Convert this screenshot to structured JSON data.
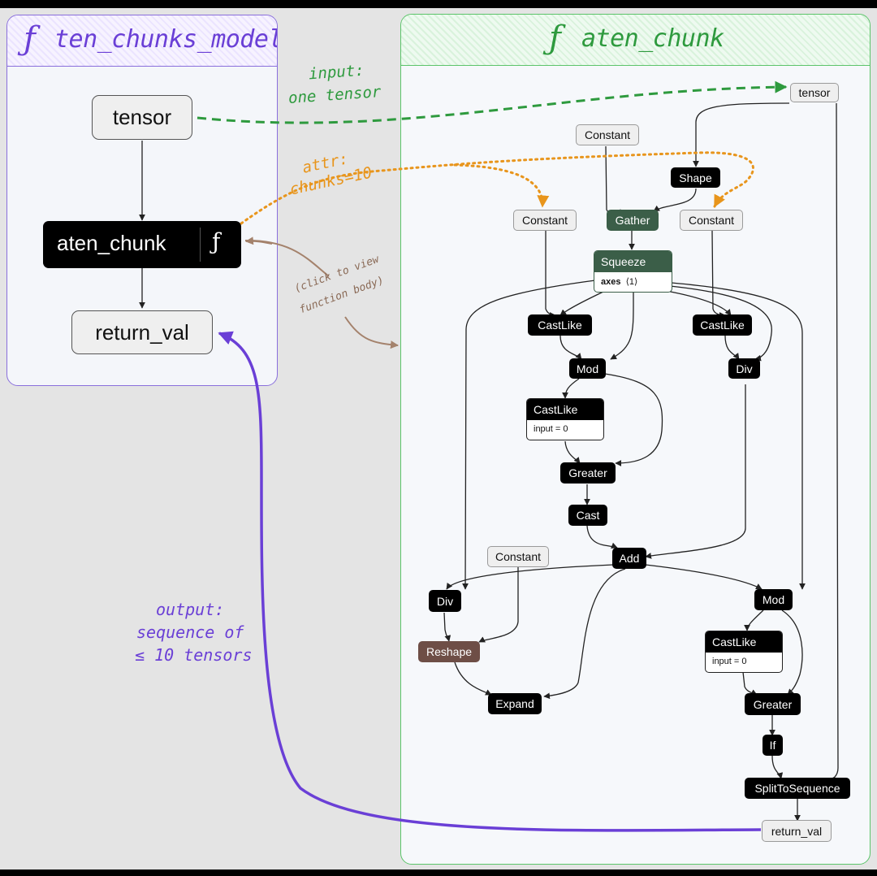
{
  "left_panel": {
    "title_glyph": "ƒ",
    "title": "ten_chunks_model"
  },
  "right_panel": {
    "title_glyph": "ƒ",
    "title": "aten_chunk"
  },
  "left_nodes": {
    "tensor": "tensor",
    "aten_chunk": "aten_chunk",
    "aten_chunk_glyph": "ƒ",
    "return_val": "return_val"
  },
  "annotations": {
    "input": [
      "input:",
      "one tensor"
    ],
    "attr": [
      "attr:",
      "chunks=10"
    ],
    "click": [
      "(click to view",
      "function body)"
    ],
    "output": [
      "output:",
      "sequence of",
      "≤ 10 tensors"
    ]
  },
  "colors": {
    "purple": "#6a3fd6",
    "green": "#2e9a3e",
    "orange": "#e8951c",
    "brown": "#a4826c"
  },
  "graph": {
    "tensor": "tensor",
    "constant": "Constant",
    "shape": "Shape",
    "gather": "Gather",
    "squeeze": "Squeeze",
    "squeeze_attr_key": "axes",
    "squeeze_attr_val": "⟨1⟩",
    "castlike": "CastLike",
    "mod": "Mod",
    "div": "Div",
    "castlike_attr": "input = 0",
    "greater": "Greater",
    "cast": "Cast",
    "add": "Add",
    "reshape": "Reshape",
    "expand": "Expand",
    "if": "If",
    "split": "SplitToSequence",
    "return_val": "return_val"
  }
}
